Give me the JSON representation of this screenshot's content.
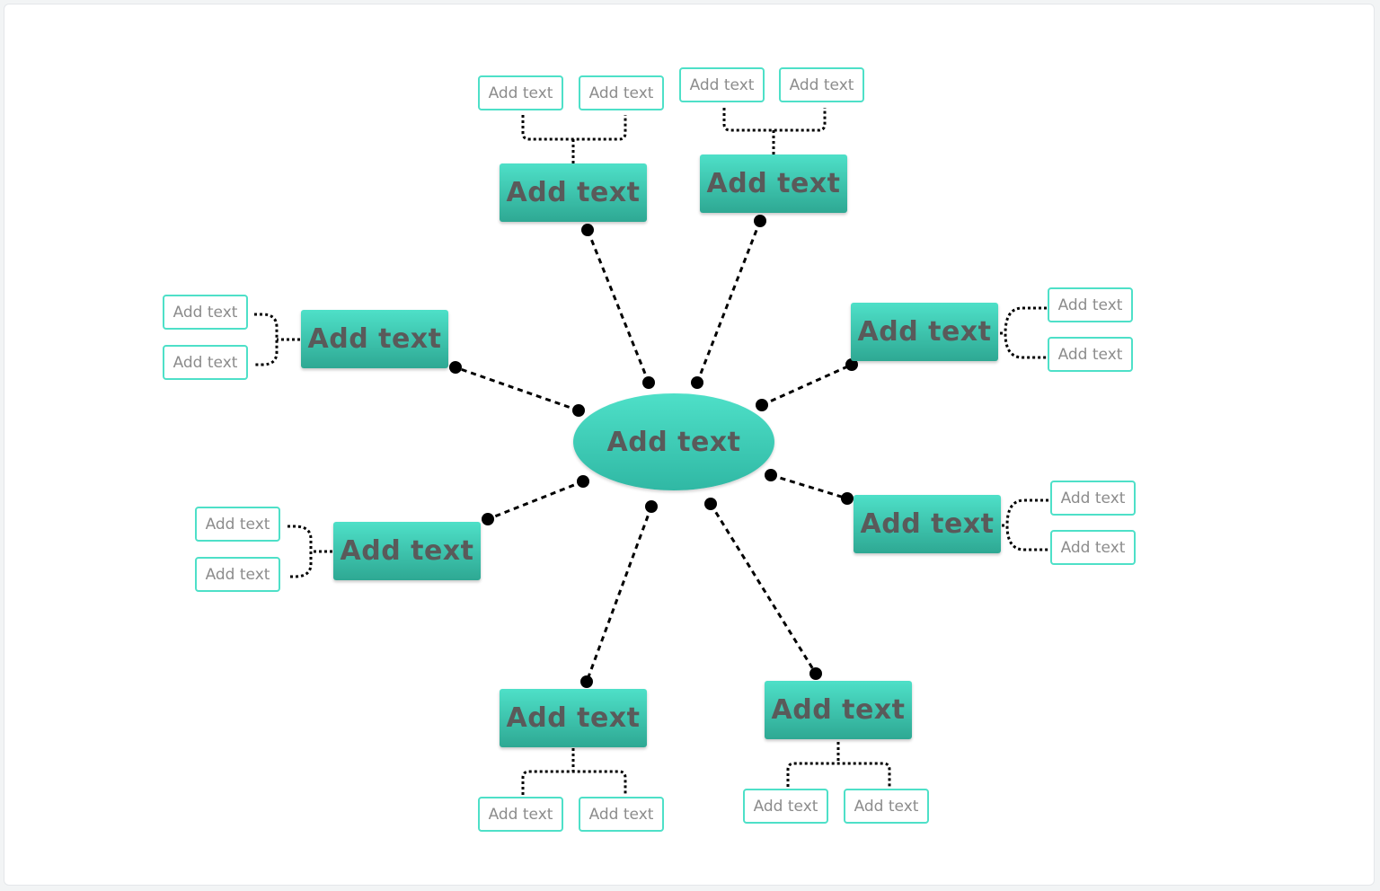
{
  "colors": {
    "accent": "#4ee0c8",
    "accent_dark": "#2ea893",
    "topic_text": "#5a5a5a",
    "sub_text": "#8c8c8c",
    "connector": "#000000"
  },
  "center": {
    "label": "Add text"
  },
  "topics": [
    {
      "label": "Add text",
      "children": [
        "Add text",
        "Add text"
      ]
    },
    {
      "label": "Add text",
      "children": [
        "Add text",
        "Add text"
      ]
    },
    {
      "label": "Add text",
      "children": [
        "Add text",
        "Add text"
      ]
    },
    {
      "label": "Add text",
      "children": [
        "Add text",
        "Add text"
      ]
    },
    {
      "label": "Add text",
      "children": [
        "Add text",
        "Add text"
      ]
    },
    {
      "label": "Add text",
      "children": [
        "Add text",
        "Add text"
      ]
    },
    {
      "label": "Add text",
      "children": [
        "Add text",
        "Add text"
      ]
    },
    {
      "label": "Add text",
      "children": [
        "Add text",
        "Add text"
      ]
    }
  ]
}
